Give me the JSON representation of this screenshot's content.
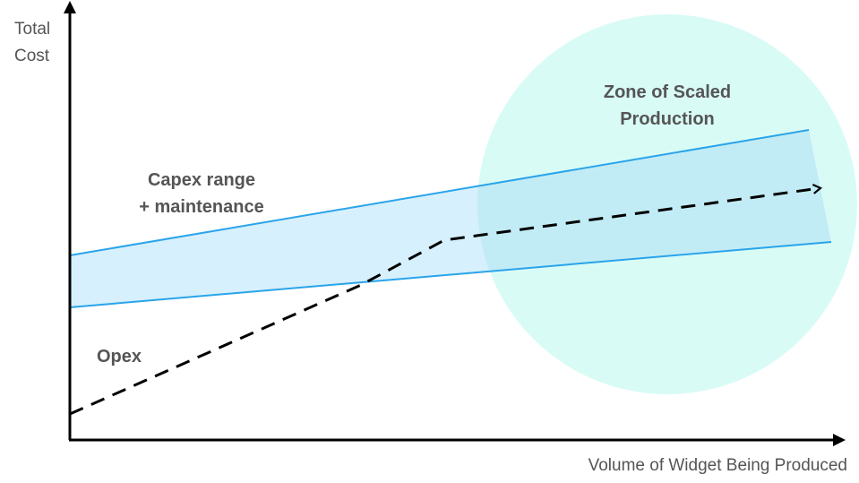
{
  "axes": {
    "y_label_line1": "Total",
    "y_label_line2": "Cost",
    "x_label": "Volume of Widget Being Produced"
  },
  "annotations": {
    "zone_line1": "Zone of Scaled",
    "zone_line2": "Production",
    "capex_line1": "Capex range",
    "capex_line2": "+ maintenance",
    "opex": "Opex"
  },
  "colors": {
    "axis": "#000000",
    "capex_line": "#2aa4ea",
    "capex_fill": "#d6f0fd",
    "zone_fill": "#d9fbf6",
    "overlap_fill": "#c2ecf5",
    "opex_line": "#000000",
    "label_text": "#555555"
  }
}
